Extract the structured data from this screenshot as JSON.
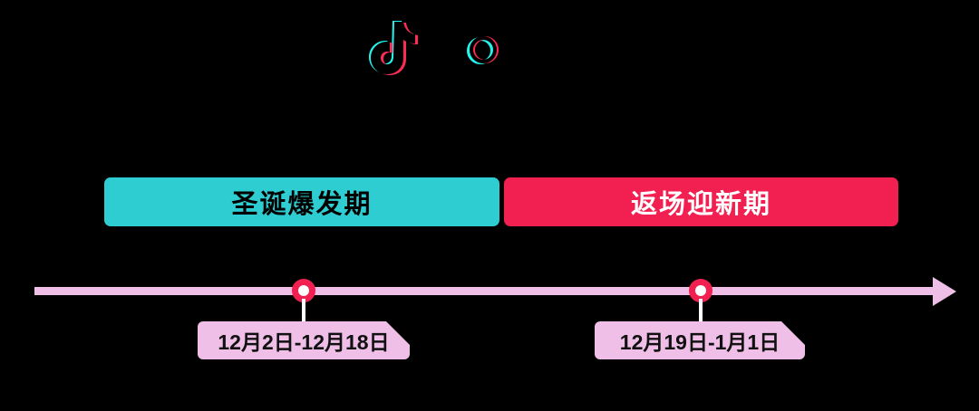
{
  "brand": {
    "logo_name": "tiktok-logo",
    "note_icon": "tiktok-music-note-icon",
    "circle_icon": "tiktok-circle-o-icon",
    "colors": {
      "cyan": "#25f4ee",
      "pink": "#fe2c55",
      "background": "#000000"
    }
  },
  "phases": [
    {
      "label": "圣诞爆发期",
      "background": "#2ecdd1",
      "text_color": "#000000"
    },
    {
      "label": "返场迎新期",
      "background": "#f22050",
      "text_color": "#ffffff"
    }
  ],
  "timeline": {
    "axis_color": "#efbfe8",
    "marker_color": "#f22050",
    "marker_inner_color": "#ffffff",
    "label_background": "#efbfe8",
    "label_text_color": "#111111",
    "milestones": [
      {
        "date_range": "12月2日-12月18日"
      },
      {
        "date_range": "12月19日-1月1日"
      }
    ]
  }
}
